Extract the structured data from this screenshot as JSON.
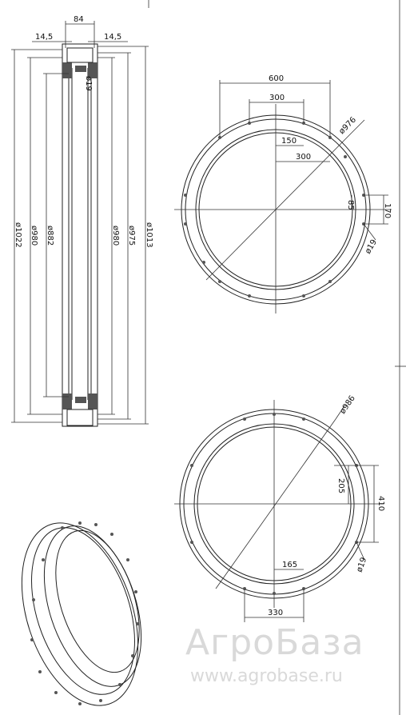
{
  "section_view": {
    "dim_top_total": "84",
    "dim_top_left": "14,5",
    "dim_top_right": "14,5",
    "dim_hole": "ø19",
    "dim_d1022": "ø1022",
    "dim_d980a": "ø980",
    "dim_d882": "ø882",
    "dim_d980b": "ø980",
    "dim_d975": "ø975",
    "dim_d1013": "ø1013"
  },
  "top_view": {
    "dim_600": "600",
    "dim_300_top": "300",
    "dim_150": "150",
    "dim_300_bottom": "300",
    "dim_d976": "ø976",
    "dim_85": "85",
    "dim_170": "170",
    "dim_hole": "ø19"
  },
  "bottom_view": {
    "dim_d986": "ø986",
    "dim_205": "205",
    "dim_410": "410",
    "dim_165": "165",
    "dim_330": "330",
    "dim_hole": "ø19"
  },
  "watermark": {
    "title": "АгроБаза",
    "url": "www.agrobase.ru"
  }
}
